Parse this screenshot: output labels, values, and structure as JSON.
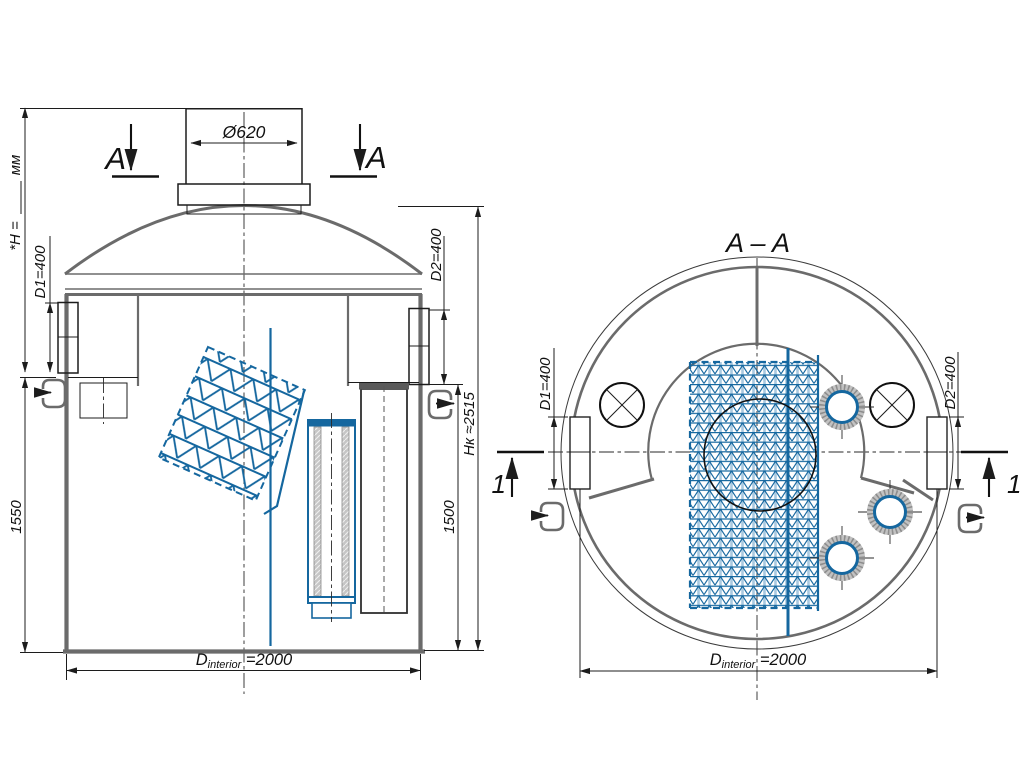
{
  "drawing": {
    "type": "technical-drawing-tank-separator",
    "front_view": {
      "cut_a_left": "A",
      "cut_a_right": "A",
      "neck_diameter": "Ø620",
      "height_note_prefix": "*H =",
      "height_note_units": "мм",
      "d1_label": "D1=400",
      "d2_label": "D2=400",
      "total_height": "Hк ≈2515",
      "left_height": "1550",
      "right_height": "1500",
      "bottom_dim": {
        "prefix": "D",
        "sub": "interior",
        "value": " =2000"
      }
    },
    "section_view": {
      "title": "A – A",
      "d1_label": "D1=400",
      "d2_label": "D2=400",
      "cut_1_left": "1",
      "cut_1_right": "1",
      "bottom_dim": {
        "prefix": "D",
        "sub": "interior",
        "value": " =2000"
      }
    },
    "colors": {
      "blue": "#15679f",
      "lblue": "#a9c9e0",
      "gray": "#6b6b6b",
      "ink": "#1c1c1c"
    }
  }
}
